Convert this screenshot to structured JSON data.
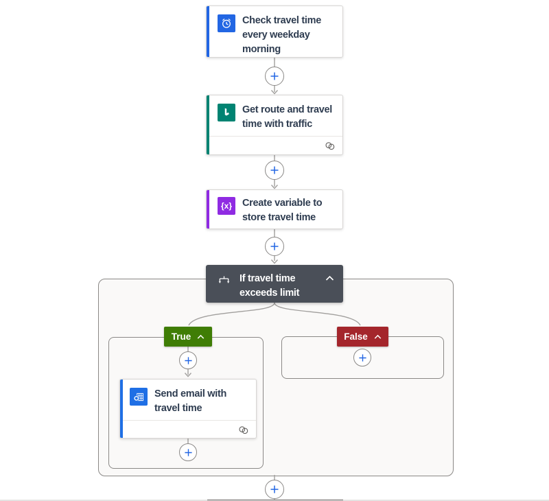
{
  "app": "flow-designer-canvas",
  "colors": {
    "accent_blue": "#2266E3",
    "bing_teal": "#008372",
    "variable_purple": "#8F2BE2",
    "outlook_blue": "#1F6FE5",
    "condition_dark": "#4A4F58",
    "true_green": "#3F7D05",
    "false_red": "#A4262C",
    "connector_gray": "#A19F9D",
    "scope_background": "#FAF9F8"
  },
  "nodes": {
    "trigger": {
      "title": "Check travel time every weekday morning",
      "icon": "recurrence-clock-icon",
      "accent": "#2266E3"
    },
    "route": {
      "title": "Get route and travel time with traffic",
      "icon": "bing-maps-icon",
      "accent": "#008372",
      "has_connection": true
    },
    "variable": {
      "title": "Create variable to store travel time",
      "icon": "variable-icon",
      "glyph": "{x}",
      "accent": "#8F2BE2"
    },
    "condition": {
      "title": "If travel time exceeds limit",
      "icon": "condition-icon",
      "background": "#4A4F58",
      "collapsed": false
    },
    "send_email": {
      "title": "Send email with travel time",
      "icon": "outlook-icon",
      "accent": "#1F6FE5",
      "has_connection": true
    }
  },
  "branches": {
    "true_label": "True",
    "false_label": "False"
  }
}
